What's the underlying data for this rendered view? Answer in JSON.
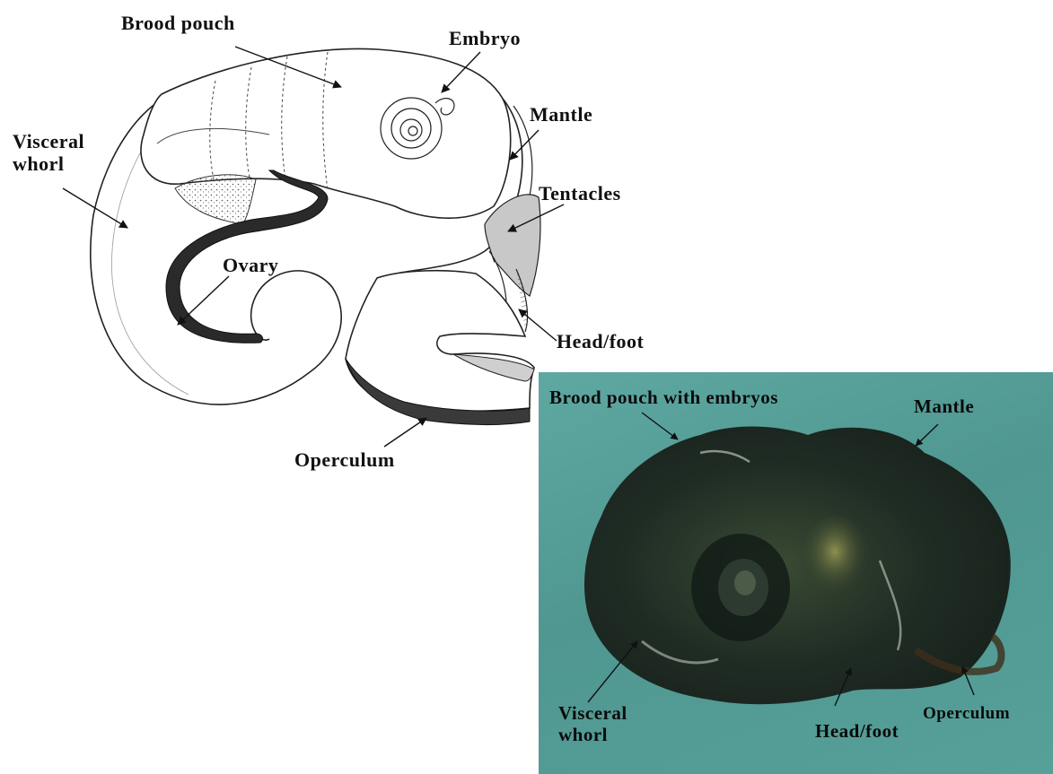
{
  "drawing": {
    "labels": {
      "brood_pouch": "Brood pouch",
      "embryo": "Embryo",
      "mantle": "Mantle",
      "visceral_whorl_line1": "Visceral",
      "visceral_whorl_line2": "whorl",
      "tentacles": "Tentacles",
      "ovary": "Ovary",
      "head_foot": "Head/foot",
      "operculum": "Operculum"
    }
  },
  "photo": {
    "labels": {
      "brood_pouch": "Brood pouch with embryos",
      "mantle": "Mantle",
      "visceral_whorl_line1": "Visceral",
      "visceral_whorl_line2": "whorl",
      "head_foot": "Head/foot",
      "operculum": "Operculum"
    },
    "colors": {
      "background": "#5aa39c",
      "snail_body": "#1e2a22"
    }
  }
}
